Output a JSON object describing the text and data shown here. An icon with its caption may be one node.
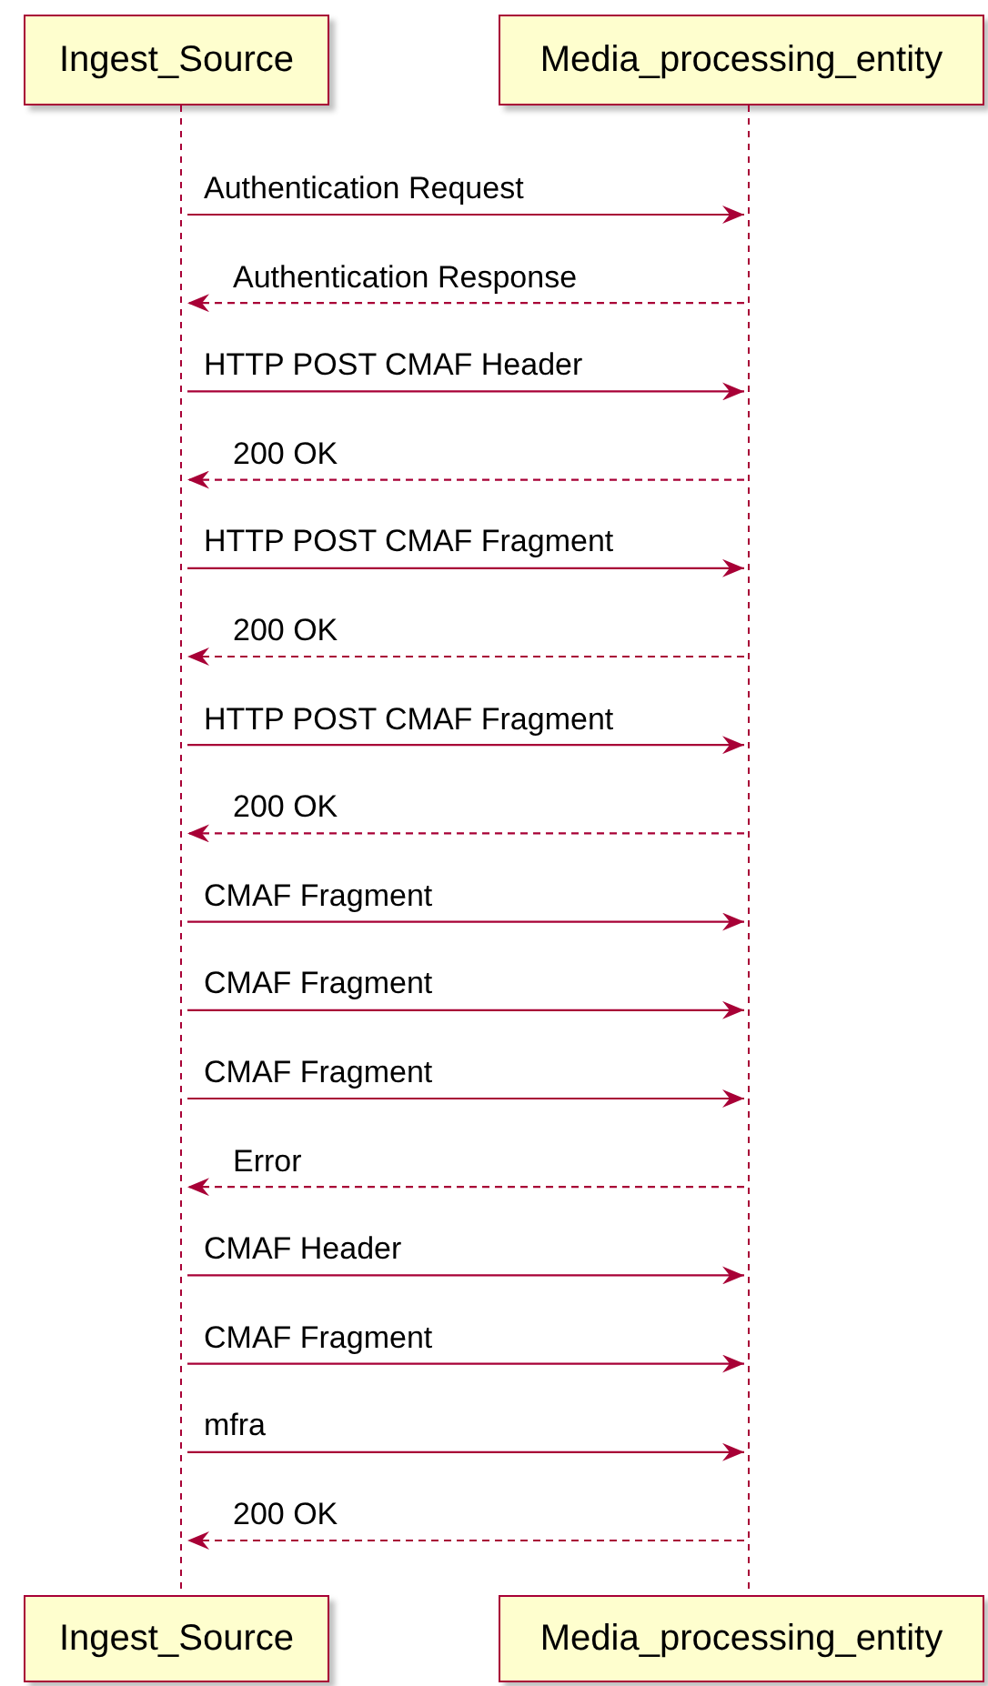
{
  "diagram": {
    "nodes": [
      {
        "text": [
          "Ingest_Source"
        ]
      },
      {
        "text": [
          "Media_processing_entity"
        ]
      },
      {
        "text": [],
        "shape": "bar"
      },
      {
        "text": [],
        "shape": "bar"
      },
      {
        "text": [
          "Ingest_Source"
        ]
      },
      {
        "text": [
          "Media_processing_entity"
        ]
      }
    ],
    "edges": [
      {
        "from": 2,
        "to": 3,
        "arrow": "to",
        "label": "Authentication Request"
      },
      {
        "from": 3,
        "to": 2,
        "arrow": "to",
        "label": "Authentication Response",
        "style": "dashed"
      },
      {
        "from": 2,
        "to": 3,
        "arrow": "to",
        "label": "HTTP POST CMAF Header"
      },
      {
        "from": 3,
        "to": 2,
        "arrow": "to",
        "label": "200 OK",
        "style": "dashed"
      },
      {
        "from": 2,
        "to": 3,
        "arrow": "to",
        "label": "HTTP POST CMAF Fragment"
      },
      {
        "from": 3,
        "to": 2,
        "arrow": "to",
        "label": "200 OK",
        "style": "dashed"
      },
      {
        "from": 2,
        "to": 3,
        "arrow": "to",
        "label": "HTTP POST CMAF Fragment"
      },
      {
        "from": 3,
        "to": 2,
        "arrow": "to",
        "label": "200 OK",
        "style": "dashed"
      },
      {
        "from": 2,
        "to": 3,
        "arrow": "to",
        "label": "CMAF Fragment"
      },
      {
        "from": 2,
        "to": 3,
        "arrow": "to",
        "label": "CMAF Fragment"
      },
      {
        "from": 2,
        "to": 3,
        "arrow": "to",
        "label": "CMAF Fragment"
      },
      {
        "from": 3,
        "to": 2,
        "arrow": "to",
        "label": "Error",
        "style": "dashed"
      },
      {
        "from": 2,
        "to": 3,
        "arrow": "to",
        "label": "CMAF Header"
      },
      {
        "from": 2,
        "to": 3,
        "arrow": "to",
        "label": "CMAF Fragment"
      },
      {
        "from": 2,
        "to": 3,
        "arrow": "to",
        "label": "mfra"
      },
      {
        "from": 3,
        "to": 2,
        "arrow": "to",
        "label": "200 OK",
        "style": "dashed"
      }
    ]
  }
}
